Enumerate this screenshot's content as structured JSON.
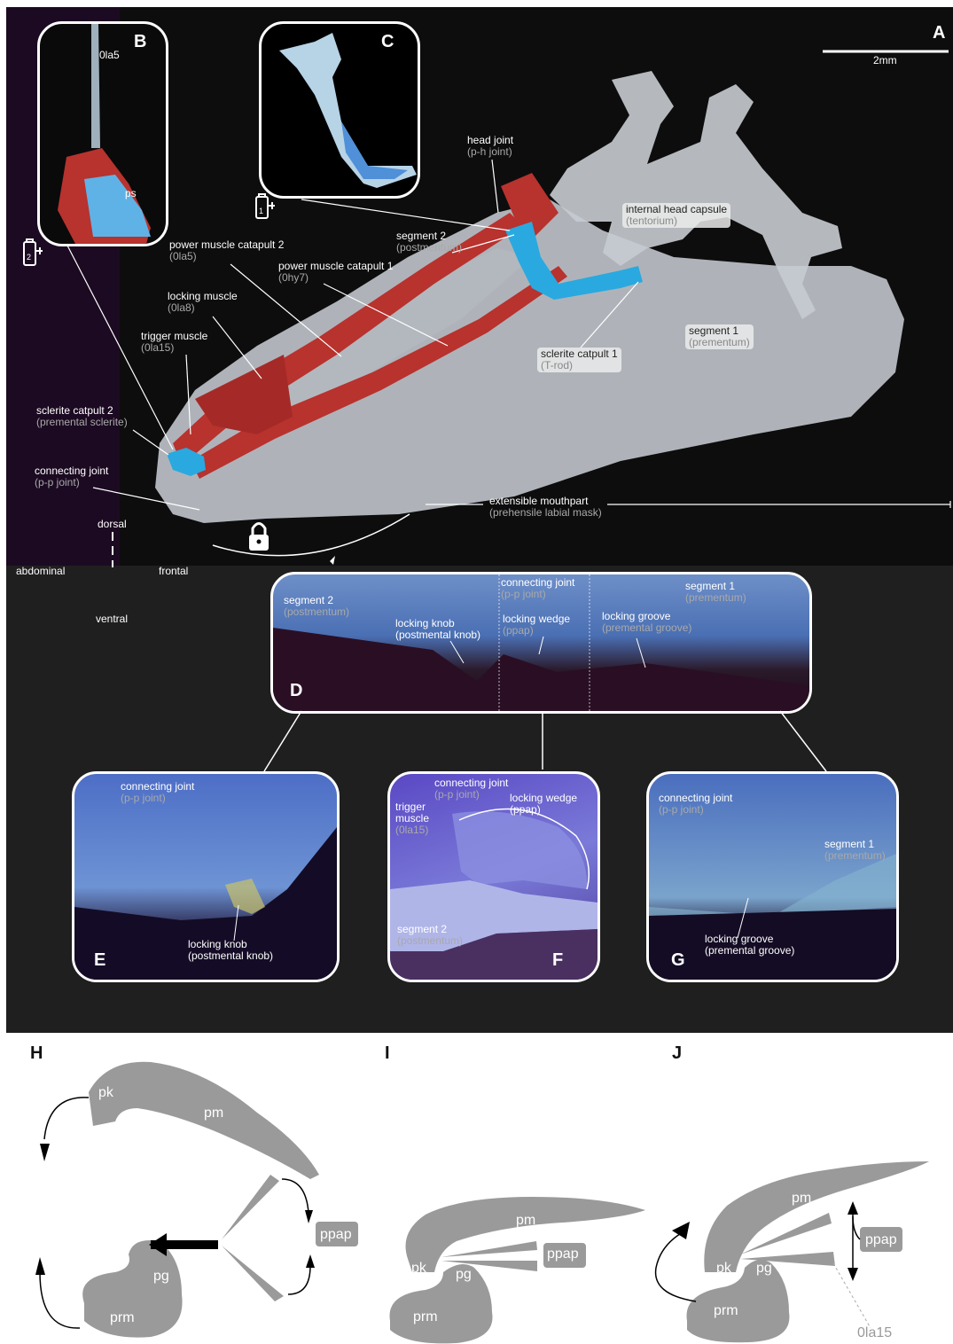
{
  "panels": {
    "A": "A",
    "B": "B",
    "C": "C",
    "D": "D",
    "E": "E",
    "F": "F",
    "G": "G",
    "H": "H",
    "I": "I",
    "J": "J"
  },
  "scale_bar": "2mm",
  "panel_A": {
    "head_joint": {
      "main": "head joint",
      "sub": "(p-h joint)"
    },
    "internal_head_capsule": {
      "main": "internal head capsule",
      "sub": "(tentorium)"
    },
    "segment2": {
      "main": "segment 2",
      "sub": "(postmentum)"
    },
    "power_muscle_2": {
      "main": "power muscle catapult 2",
      "sub": "(0la5)"
    },
    "power_muscle_1": {
      "main": "power muscle catapult 1",
      "sub": "(0hy7)"
    },
    "locking_muscle": {
      "main": "locking muscle",
      "sub": "(0la8)"
    },
    "trigger_muscle": {
      "main": "trigger muscle",
      "sub": "(0la15)"
    },
    "segment1": {
      "main": "segment 1",
      "sub": "(prementum)"
    },
    "sclerite_catapult_1": {
      "main": "sclerite catpult 1",
      "sub": "(T-rod)"
    },
    "sclerite_catapult_2": {
      "main": "sclerite catpult 2",
      "sub": "(premental sclerite)"
    },
    "connecting_joint": {
      "main": "connecting joint",
      "sub": "(p-p joint)"
    },
    "extensible_mouthpart": {
      "main": "extensible mouthpart",
      "sub": "(prehensile labial mask)"
    },
    "battery_1": "1",
    "battery_2": "2"
  },
  "panel_B": {
    "label_top": "0la5",
    "label_bottom": "ps"
  },
  "orientation": {
    "dorsal": "dorsal",
    "ventral": "ventral",
    "abdominal": "abdominal",
    "frontal": "frontal"
  },
  "panel_D": {
    "segment2": {
      "main": "segment 2",
      "sub": "(postmentum)"
    },
    "locking_knob": {
      "main": "locking knob",
      "sub": "(postmental knob)"
    },
    "connecting_joint": {
      "main": "connecting joint",
      "sub": "(p-p joint)"
    },
    "locking_wedge": {
      "main": "locking wedge",
      "sub": "(ppap)"
    },
    "locking_groove": {
      "main": "locking groove",
      "sub": "(premental groove)"
    },
    "segment1": {
      "main": "segment 1",
      "sub": "(prementum)"
    }
  },
  "panel_E": {
    "connecting_joint": {
      "main": "connecting joint",
      "sub": "(p-p joint)"
    },
    "locking_knob": {
      "main": "locking knob",
      "sub": "(postmental knob)"
    }
  },
  "panel_F": {
    "connecting_joint": {
      "main": "connecting joint",
      "sub": "(p-p joint)"
    },
    "locking_wedge": {
      "main": "locking wedge",
      "sub": "(ppap)"
    },
    "trigger_muscle": {
      "main": "trigger muscle",
      "sub": "(0la15)"
    },
    "segment2": {
      "main": "segment 2",
      "sub": "(postmentum)"
    }
  },
  "panel_G": {
    "connecting_joint": {
      "main": "connecting joint",
      "sub": "(p-p joint)"
    },
    "segment1": {
      "main": "segment 1",
      "sub": "(prementum)"
    },
    "locking_groove": {
      "main": "locking groove",
      "sub": "(premental groove)"
    }
  },
  "diagram_H": {
    "pk": "pk",
    "pm": "pm",
    "pg": "pg",
    "prm": "prm",
    "ppap": "ppap"
  },
  "diagram_I": {
    "pk": "pk",
    "pm": "pm",
    "pg": "pg",
    "prm": "prm",
    "ppap": "ppap"
  },
  "diagram_J": {
    "pk": "pk",
    "pm": "pm",
    "pg": "pg",
    "prm": "prm",
    "ppap": "ppap",
    "ola15": "0la15"
  },
  "colors": {
    "muscle": "#b8322e",
    "sclerite": "#29a9e0",
    "cuticle": "#c9cdd2",
    "schematic": "#9a9a9a",
    "dark_bg": "#1e1e1e"
  }
}
